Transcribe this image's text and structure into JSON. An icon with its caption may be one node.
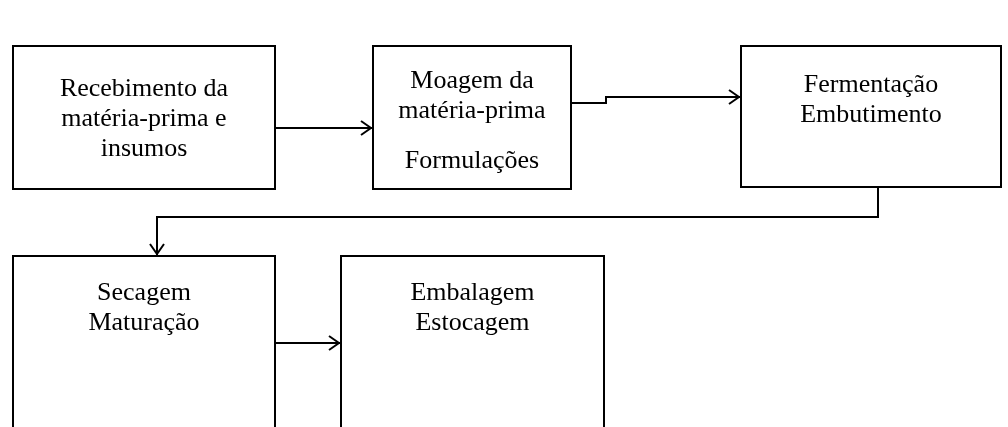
{
  "diagram": {
    "nodes": [
      {
        "text": [
          "Recebimento da matéria-prima e insumos"
        ]
      },
      {
        "text": [
          "Moagem da matéria-prima",
          "Formulações"
        ]
      },
      {
        "text": [
          "Fermentação",
          "Embutimento"
        ]
      },
      {
        "text": [
          "Secagem",
          "Maturação"
        ]
      },
      {
        "text": [
          "Embalagem",
          "Estocagem"
        ]
      }
    ],
    "edges": [
      {
        "from": 0,
        "to": 1,
        "arrow": "to"
      },
      {
        "from": 1,
        "to": 2,
        "arrow": "to"
      },
      {
        "from": 2,
        "to": 3,
        "arrow": "to"
      },
      {
        "from": 3,
        "to": 4,
        "arrow": "to"
      }
    ]
  }
}
